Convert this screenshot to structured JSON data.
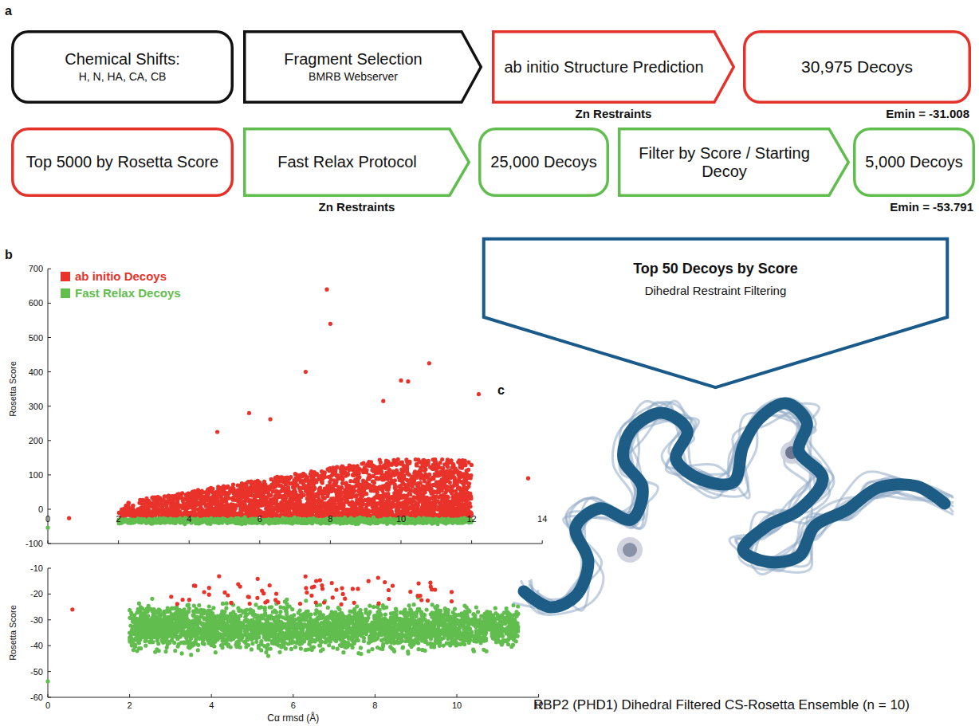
{
  "diagram": {
    "caption": "RBP2 (PHD1) Dihedral Filtered CS-Rosetta Ensemble (n = 10)",
    "nodes": [
      {
        "text": [
          "Chemical Shifts:",
          "H, N, HA, CA, CB"
        ]
      },
      {
        "text": [
          "Fragment Selection",
          "BMRB Webserver"
        ]
      },
      {
        "text": [
          "ab initio Structure Prediction",
          "Zn Restraints"
        ]
      },
      {
        "text": [
          "30,975 Decoys",
          "Emin = -31.008"
        ]
      },
      {
        "text": [
          "Top 5000 by Rosetta Score"
        ]
      },
      {
        "text": [
          "Fast Relax Protocol",
          "Zn Restraints"
        ]
      },
      {
        "text": [
          "25,000 Decoys"
        ]
      },
      {
        "text": [
          "Filter by Score / Starting Decoy"
        ]
      },
      {
        "text": [
          "5,000 Decoys",
          "Emin = -53.791"
        ]
      },
      {
        "text": [
          "Top 50 Decoys by Score",
          "Dihedral Restraint Filtering"
        ]
      }
    ],
    "labels": [
      "a",
      "b",
      "c",
      "700",
      "600",
      "500",
      "400",
      "300",
      "200",
      "100",
      "0",
      "-100",
      "0",
      "2",
      "4",
      "6",
      "8",
      "10",
      "12",
      "14",
      "Rosetta Score",
      "-10",
      "-20",
      "-30",
      "-40",
      "-50",
      "-60",
      "0",
      "2",
      "4",
      "6",
      "8",
      "10",
      "12",
      "Rosetta Score",
      "Cα rmsd (Å)"
    ],
    "legend": [
      {
        "text": "ab initio Decoys",
        "color": "#e8322a"
      },
      {
        "text": "Fast Relax Decoys",
        "color": "#62bd4f"
      }
    ]
  }
}
